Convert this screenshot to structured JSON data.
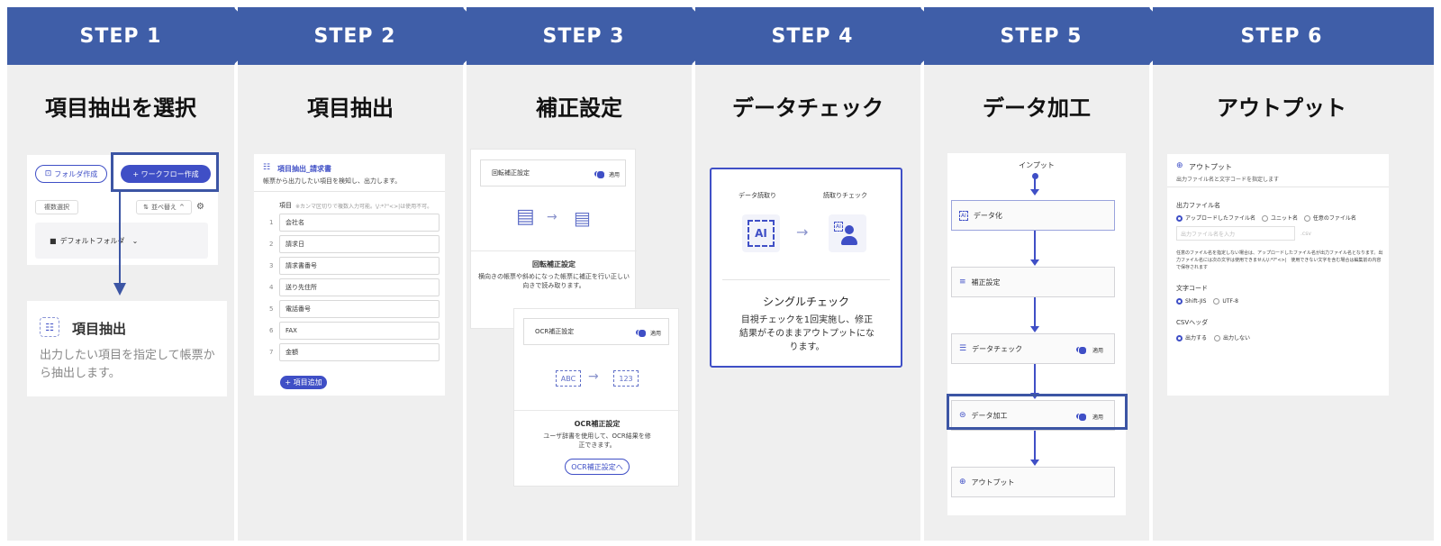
{
  "colors": {
    "step_bar": "#3f5ea8",
    "accent": "#3f4fc6",
    "column_bg": "#efefef"
  },
  "steps": [
    {
      "label": "STEP 1",
      "title": "項目抽出を選択"
    },
    {
      "label": "STEP 2",
      "title": "項目抽出"
    },
    {
      "label": "STEP 3",
      "title": "補正設定"
    },
    {
      "label": "STEP 4",
      "title": "データチェック"
    },
    {
      "label": "STEP 5",
      "title": "データ加工"
    },
    {
      "label": "STEP 6",
      "title": "アウトプット"
    }
  ],
  "step1": {
    "folder_button": "フォルダ作成",
    "workflow_button": "+ ワークフロー作成",
    "multi_select": "複数選択",
    "sort": "並べ替え",
    "default_folder": "デフォルトフォルダ",
    "info_title": "項目抽出",
    "info_desc": "出力したい項目を指定して帳票から抽出します。"
  },
  "step2": {
    "header": "項目抽出_請求書",
    "subtitle": "帳票から出力したい項目を検知し、出力します。",
    "items_label": "項目",
    "items_note": "※カンマ区切りで複数入力可能。\\/:*?\"<>|は使用不可。",
    "items": [
      {
        "num": "1",
        "value": "会社名"
      },
      {
        "num": "2",
        "value": "請求日"
      },
      {
        "num": "3",
        "value": "請求書番号"
      },
      {
        "num": "4",
        "value": "送り先住所"
      },
      {
        "num": "5",
        "value": "電話番号"
      },
      {
        "num": "6",
        "value": "FAX"
      },
      {
        "num": "7",
        "value": "金額"
      }
    ],
    "add_button": "+ 項目追加"
  },
  "step3": {
    "rotation_label": "回転補正設定",
    "apply": "適用",
    "rotation_title": "回転補正設定",
    "rotation_desc": "横向きの帳票や斜めになった帳票に補正を行い正しい向きで読み取ります。",
    "ocr_label": "OCR補正設定",
    "ocr_from": "ABC",
    "ocr_to": "123",
    "ocr_title": "OCR補正設定",
    "ocr_desc": "ユーザ辞書を使用して、OCR結果を修正できます。",
    "ocr_button": "OCR補正設定へ"
  },
  "step4": {
    "read_label": "データ読取り",
    "check_label": "読取りチェック",
    "ai_text": "AI",
    "ai_small": "AI",
    "title": "シングルチェック",
    "desc": "目視チェックを1回実施し、修正結果がそのままアウトプットになります。"
  },
  "step5": {
    "input_label": "インプット",
    "ai_badge": "AI",
    "nodes": [
      {
        "label": "データ化"
      },
      {
        "label": "補正設定"
      },
      {
        "label": "データチェック",
        "apply": "適用"
      },
      {
        "label": "データ加工",
        "apply": "適用"
      },
      {
        "label": "アウトプット"
      }
    ]
  },
  "step6": {
    "header": "アウトプット",
    "subtitle": "出力ファイル名と文字コードを指定します",
    "filename_label": "出力ファイル名",
    "filename_opts": [
      "アップロードしたファイル名",
      "ユニット名",
      "任意のファイル名"
    ],
    "filename_placeholder": "出力ファイル名を入力",
    "ext": ".csv",
    "note": "任意のファイル名を指定しない場合は、アップロードしたファイル名が出力ファイル名となります。出力ファイル名には次の文字は使用できません\\/:*?\"<>|　使用できない文字を含む場合は編集前の内容で保存されます",
    "encoding_label": "文字コード",
    "encoding_opts": [
      "Shift-JIS",
      "UTF-8"
    ],
    "header_label": "CSVヘッダ",
    "header_opts": [
      "出力する",
      "出力しない"
    ]
  }
}
